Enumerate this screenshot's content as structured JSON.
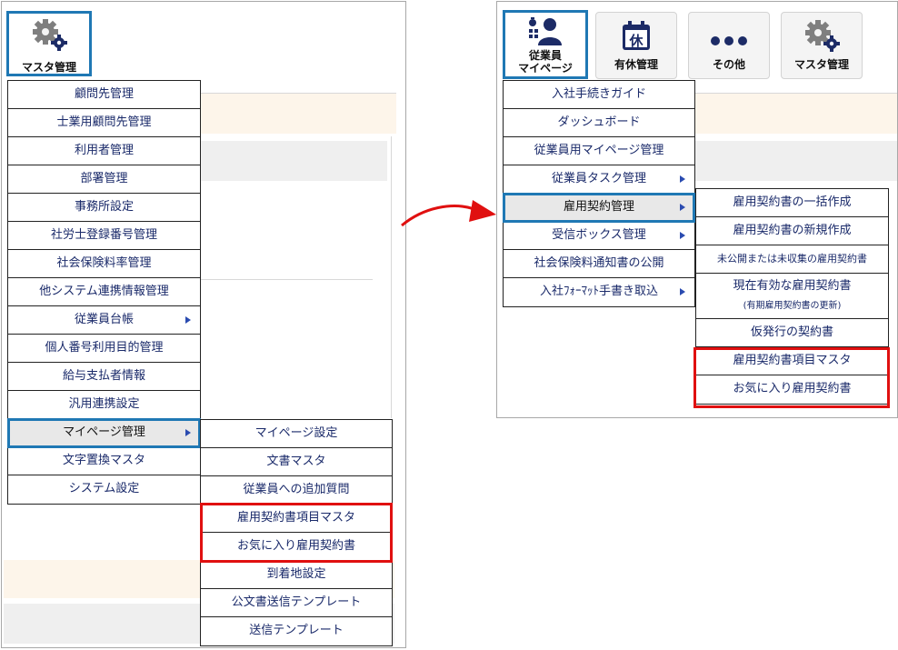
{
  "left": {
    "master_button_label": "マスタ管理",
    "menu": [
      {
        "label": "顧問先管理",
        "has_sub": false
      },
      {
        "label": "士業用顧問先管理",
        "has_sub": false
      },
      {
        "label": "利用者管理",
        "has_sub": false
      },
      {
        "label": "部署管理",
        "has_sub": false
      },
      {
        "label": "事務所設定",
        "has_sub": false
      },
      {
        "label": "社労士登録番号管理",
        "has_sub": false
      },
      {
        "label": "社会保険料率管理",
        "has_sub": false
      },
      {
        "label": "他システム連携情報管理",
        "has_sub": false
      },
      {
        "label": "従業員台帳",
        "has_sub": true
      },
      {
        "label": "個人番号利用目的管理",
        "has_sub": false
      },
      {
        "label": "給与支払者情報",
        "has_sub": false
      },
      {
        "label": "汎用連携設定",
        "has_sub": false
      },
      {
        "label": "マイページ管理",
        "has_sub": true,
        "selected": true
      },
      {
        "label": "文字置換マスタ",
        "has_sub": false
      },
      {
        "label": "システム設定",
        "has_sub": false
      }
    ],
    "submenu": [
      {
        "label": "マイページ設定"
      },
      {
        "label": "文書マスタ"
      },
      {
        "label": "従業員への追加質問"
      },
      {
        "label": "雇用契約書項目マスタ",
        "highlight": true
      },
      {
        "label": "お気に入り雇用契約書",
        "highlight": true
      },
      {
        "label": "到着地設定"
      },
      {
        "label": "公文書送信テンプレート"
      },
      {
        "label": "送信テンプレート"
      }
    ]
  },
  "right": {
    "top_buttons": [
      {
        "label_line1": "従業員",
        "label_line2": "マイページ",
        "icon": "employee-mypage-icon",
        "active": true
      },
      {
        "label_line1": "有休管理",
        "icon": "calendar-holiday-icon",
        "icon_text": "休"
      },
      {
        "label_line1": "その他",
        "icon": "more-dots-icon"
      },
      {
        "label_line1": "マスタ管理",
        "icon": "gear-icon"
      }
    ],
    "menu": [
      {
        "label": "入社手続きガイド",
        "has_sub": false
      },
      {
        "label": "ダッシュボード",
        "has_sub": false
      },
      {
        "label": "従業員用マイページ管理",
        "has_sub": false
      },
      {
        "label": "従業員タスク管理",
        "has_sub": true
      },
      {
        "label": "雇用契約管理",
        "has_sub": true,
        "selected": true
      },
      {
        "label": "受信ボックス管理",
        "has_sub": true
      },
      {
        "label": "社会保険料通知書の公開",
        "has_sub": false
      },
      {
        "label": "入社ﾌｫｰﾏｯﾄ手書き取込",
        "has_sub": true
      }
    ],
    "submenu": [
      {
        "label": "雇用契約書の一括作成"
      },
      {
        "label": "雇用契約書の新規作成"
      },
      {
        "label": "未公開または未収集の雇用契約書"
      },
      {
        "label": "現在有効な雇用契約書",
        "sub": "(有期雇用契約書の更新)"
      },
      {
        "label": "仮発行の契約書"
      },
      {
        "label": "雇用契約書項目マスタ",
        "highlight": true
      },
      {
        "label": "お気に入り雇用契約書",
        "highlight": true
      }
    ]
  },
  "colors": {
    "accent_blue": "#1f78b4",
    "highlight_red": "#e01010",
    "menu_text": "#1a2a6a",
    "arrow_red": "#e01010"
  }
}
